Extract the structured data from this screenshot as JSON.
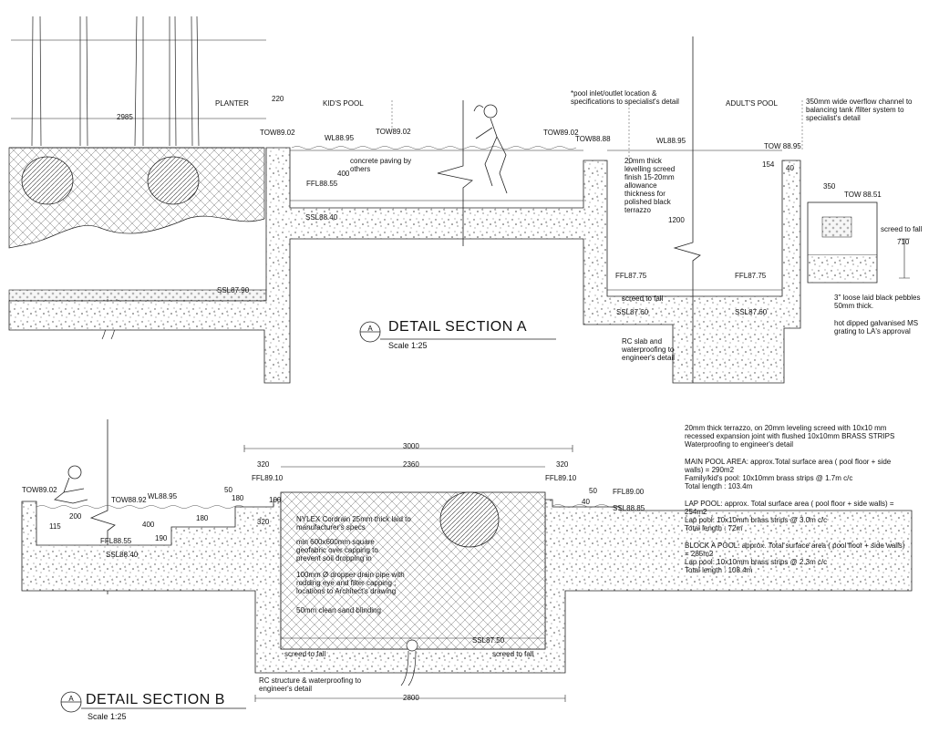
{
  "section_a": {
    "title": "DETAIL SECTION A",
    "scale": "Scale 1:25",
    "bubble": "A",
    "labels": {
      "planter": "PLANTER",
      "kids_pool": "KID'S POOL",
      "adults_pool": "ADULT'S POOL",
      "dim_220": "220",
      "dim_2985": "2985",
      "tow_89_02_a": "TOW89.02",
      "wl_88_95_a": "WL88.95",
      "tow_89_02_b": "TOW89.02",
      "tow_89_02_c": "TOW89.02",
      "tow_88_88": "TOW88.88",
      "wl_88_95_b": "WL88.95",
      "tow_88_95": "TOW 88.95",
      "tow_88_51": "TOW 88.51",
      "dim_400": "400",
      "ffl_88_55": "FFL88.55",
      "ssl_88_40": "SSL88.40",
      "ssl_87_90": "SSL87.90",
      "ffl_87_75_a": "FFL87.75",
      "ffl_87_75_b": "FFL87.75",
      "ssl_87_60_a": "SSL87.60",
      "ssl_87_60_b": "SSL87.60",
      "screed_to_fall_a": "screed to fall",
      "screed_to_fall_b": "screed to fall",
      "dim_1200": "1200",
      "dim_154": "154",
      "dim_40": "40",
      "dim_350": "350",
      "dim_710": "710",
      "concrete_paving": "concrete paving by others",
      "pool_inlet": "*pool inlet/outlet location & specifications to specialist's detail",
      "terrazzo_note": "20mm thick levelling screed finish 15-20mm allowance thickness for polished black terrazzo",
      "overflow_note": "350mm wide overflow channel to balancing tank /filter system to specialist's detail",
      "pebbles_note": "3\" loose laid black pebbles 50mm thick.",
      "grating_note": "hot dipped galvanised MS grating to LA's approval",
      "rc_slab_note": "RC slab and waterproofing to engineer's detail"
    }
  },
  "section_b": {
    "title": "DETAIL SECTION B",
    "scale": "Scale 1:25",
    "bubble": "A",
    "labels": {
      "tow_89_02": "TOW89.02",
      "tow_88_92": "TOW88.92",
      "wl_88_95": "WL88.95",
      "dim_200": "200",
      "dim_115": "115",
      "dim_400": "400",
      "dim_180_a": "180",
      "dim_190": "190",
      "dim_180_b": "180",
      "dim_50_a": "50",
      "dim_100": "100",
      "dim_320_a": "320",
      "dim_320_b": "320",
      "dim_320_c": "320",
      "dim_50_b": "50",
      "dim_40": "40",
      "dim_3000": "3000",
      "dim_2360": "2360",
      "dim_2800": "2800",
      "ffl_88_55": "FFL88.55",
      "ssl_88_40": "SSL88.40",
      "ffl_89_10_a": "FFL89.10",
      "ffl_89_10_b": "FFL89.10",
      "ffl_89_00": "FFL89.00",
      "ssl_88_85": "SSL88.85",
      "ssl_87_50": "SSL87.50",
      "screed_to_fall_a": "screed to fall",
      "screed_to_fall_b": "screed to fall",
      "nylex_note": "NYLEX Cordrain 25mm thick laid to manufacturer's specs",
      "geofabric_note": "min 600x600mm square geofabric over capping to prevent soil dropping in",
      "dropper_note": "100mm Ø dropper drain pipe with rodding eye and filter capping ; locations to Architect's drawing",
      "sand_note": "50mm clean sand blinding",
      "rc_structure_note": "RC structure & waterproofing to engineer's detail"
    }
  },
  "notes": {
    "terrazzo_lines": [
      "20mm thick terrazzo, on 20mm leveling screed  with 10x10 mm",
      "recessed expansion joint with flushed 10x10mm BRASS STRIPS",
      "Waterproofing to engineer's detail"
    ],
    "main_pool_lines": [
      "MAIN POOL AREA: approx.Total surface area ( pool floor + side",
      "walls) = 290m2",
      "Family/kid's pool: 10x10mm brass strips @ 1.7m c/c",
      "Total length : 103.4m"
    ],
    "lap_pool_lines": [
      "LAP POOL: approx. Total surface area ( pool floor + side walls) =",
      "254m2",
      "Lap pool: 10x10mm brass strips @ 3.0m c/c",
      "Total length : 72m"
    ],
    "block_a_lines": [
      "BLOCK A POOL: approx. Total surface area ( pool floor + side walls)",
      "= 285m2",
      "Lap pool: 10x10mm brass strips @ 2.3m c/c",
      "Total length : 108.4m"
    ]
  }
}
